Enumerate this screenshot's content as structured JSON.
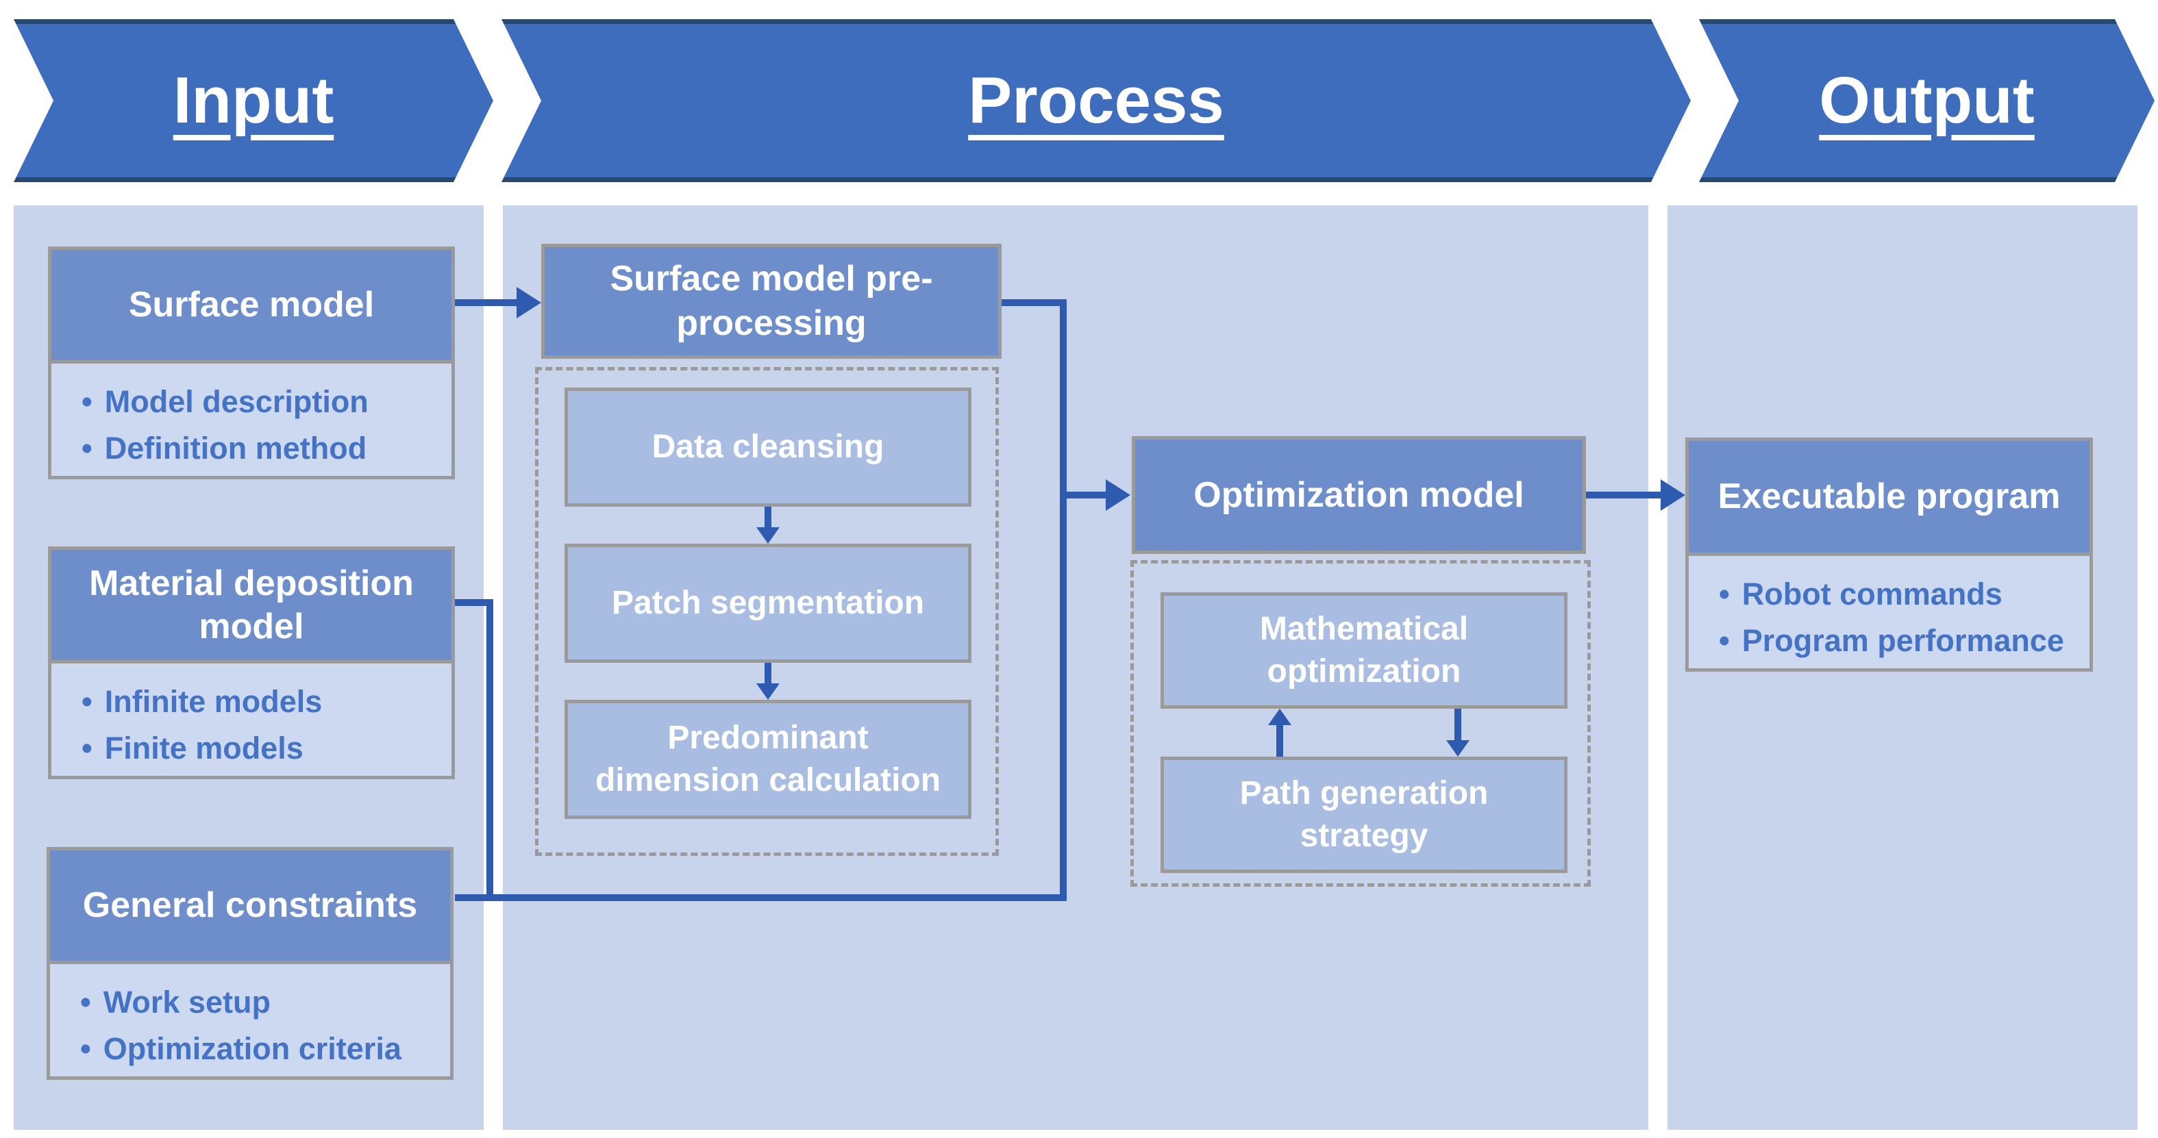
{
  "chevrons": {
    "input": "Input",
    "process": "Process",
    "output": "Output"
  },
  "input": {
    "boxes": [
      {
        "title": "Surface model",
        "bullets": [
          "Model description",
          "Definition method"
        ]
      },
      {
        "title": "Material deposition model",
        "bullets": [
          "Infinite models",
          "Finite models"
        ]
      },
      {
        "title": "General constraints",
        "bullets": [
          "Work setup",
          "Optimization criteria"
        ]
      }
    ]
  },
  "process": {
    "preprocessing": {
      "title": "Surface model pre-processing",
      "steps": [
        "Data cleansing",
        "Patch segmentation",
        "Predominant dimension calculation"
      ]
    },
    "optimization": {
      "title": "Optimization model",
      "steps": [
        "Mathematical optimization",
        "Path generation strategy"
      ]
    }
  },
  "output": {
    "box": {
      "title": "Executable program",
      "bullets": [
        "Robot commands",
        "Program performance"
      ]
    }
  },
  "colors": {
    "chevron": "#3e6dbe",
    "chevron_edge": "#27496f",
    "header_box": "#6d8ecb",
    "step_box": "#a9bce1",
    "bullet_panel": "#cdd9f0",
    "panel_bg": "#c7d4ec",
    "connector": "#2e5bb0",
    "bullet_text": "#4472c4",
    "border_gray": "#9a9a9a"
  }
}
